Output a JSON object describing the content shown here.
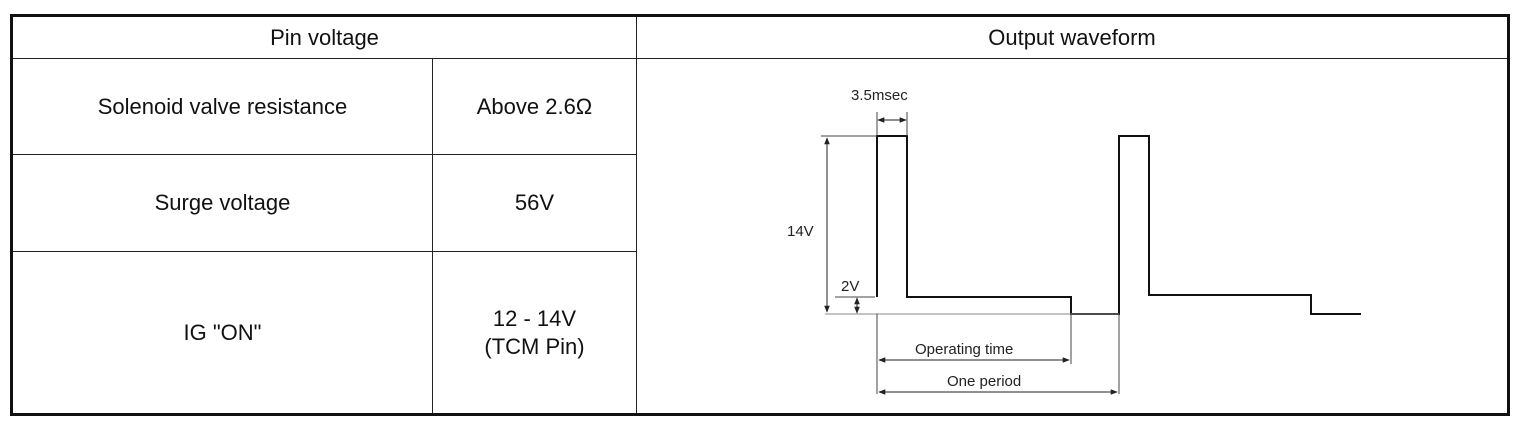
{
  "headers": {
    "pin_voltage": "Pin voltage",
    "output_waveform": "Output waveform"
  },
  "rows": [
    {
      "label": "Solenoid valve resistance",
      "value": "Above 2.6Ω"
    },
    {
      "label": "Surge voltage",
      "value": "56V"
    },
    {
      "label": "IG \"ON\"",
      "value_line1": "12 - 14V",
      "value_line2": "(TCM Pin)"
    }
  ],
  "waveform": {
    "pulse_width": "3.5msec",
    "high_level": "14V",
    "low_level": "2V",
    "operating_time": "Operating time",
    "one_period": "One period"
  }
}
